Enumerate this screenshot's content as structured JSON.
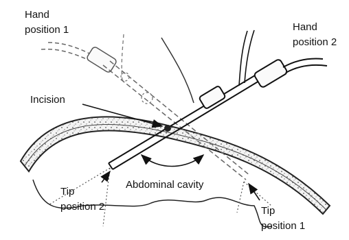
{
  "labels": {
    "hand_position_1": [
      "Hand",
      "position 1"
    ],
    "hand_position_2": [
      "Hand",
      "position 2"
    ],
    "incision": "Incision",
    "tip_position_2": [
      "Tip",
      "position 2"
    ],
    "abdominal_cavity": "Abdominal cavity",
    "tip_position_1": [
      "Tip",
      "position 1"
    ]
  }
}
